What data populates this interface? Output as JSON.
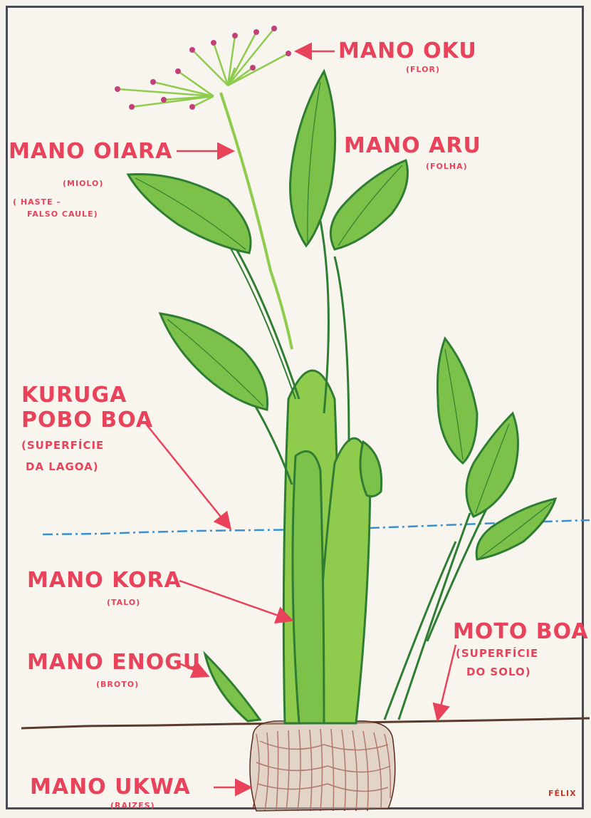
{
  "labels": {
    "flower": {
      "name": "MANO OKU",
      "gloss": "(FLOR)"
    },
    "stem_core": {
      "name": "MANO OIARA",
      "gloss": "(MIOLO)",
      "note1": "( HASTE –",
      "note2": "FALSO CAULE)"
    },
    "leaf": {
      "name": "MANO ARU",
      "gloss": "(FOLHA)"
    },
    "lagoon_surface": {
      "line1": "KURUGA",
      "line2": "POBO BOA",
      "gloss1": "(SUPERFÍCIE",
      "gloss2": "DA LAGOA)"
    },
    "stalk": {
      "name": "MANO KORA",
      "gloss": "(TALO)"
    },
    "soil_surface": {
      "name": "MOTO BOA",
      "gloss1": "(SUPERFÍCIE",
      "gloss2": "DO SOLO)"
    },
    "sprout": {
      "name": "MANO ENOGU",
      "gloss": "(BROTO)"
    },
    "roots": {
      "name": "MANO UKWA",
      "gloss": "(RAIZES)"
    }
  },
  "signature": "FÉLIX",
  "colors": {
    "label": "#e8435a",
    "arrow": "#e8435a",
    "leaf_fill": "#7cc24a",
    "leaf_outline": "#2f7d32",
    "water": "#3a8fd0",
    "soil": "#5a3a2a",
    "roots": "#8b2d24"
  }
}
